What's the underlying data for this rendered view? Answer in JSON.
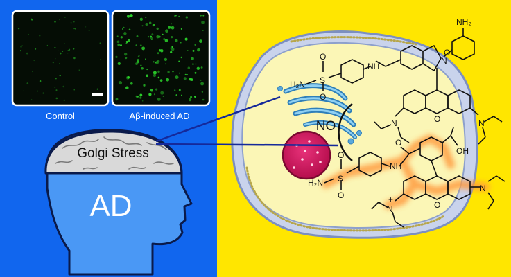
{
  "panels": {
    "control_label": "Control",
    "ad_model_label": "Aβ-induced AD"
  },
  "head": {
    "brain_label": "Golgi Stress",
    "body_label": "AD"
  },
  "cell": {
    "signal_label": "NO"
  },
  "probe_closed": {
    "amine": "H₂N",
    "sulfonyl_s": "S",
    "sulfonyl_o1": "O",
    "sulfonyl_o2": "O",
    "amide_nh": "NH",
    "carbonyl_o": "O",
    "spiro_n": "N",
    "aryl_amine": "NH₂",
    "xanthene_o": "O",
    "n_left": "N",
    "n_right": "N"
  },
  "probe_open": {
    "amine": "H₂N",
    "sulfonyl_s": "S",
    "sulfonyl_o1": "O",
    "sulfonyl_o2": "O",
    "amide_nh": "NH",
    "carbonyl_o": "O",
    "acid": "OH",
    "xanthene_o": "O",
    "n_cation": "N",
    "charge": "+",
    "n_right": "N"
  },
  "colors": {
    "left_bg": "#1166ee",
    "right_bg": "#ffe600",
    "head_fill": "#4a98f5",
    "brain_fill": "#d8d8d8",
    "cell_fill": "#fbf6b6",
    "membrane": "#7c8fc0",
    "golgi": "#5aa9dc",
    "nucleus": "#d0155b",
    "fluorescence": "#2bd12b",
    "glow": "#ff9a3c",
    "pointer": "#15299a"
  }
}
